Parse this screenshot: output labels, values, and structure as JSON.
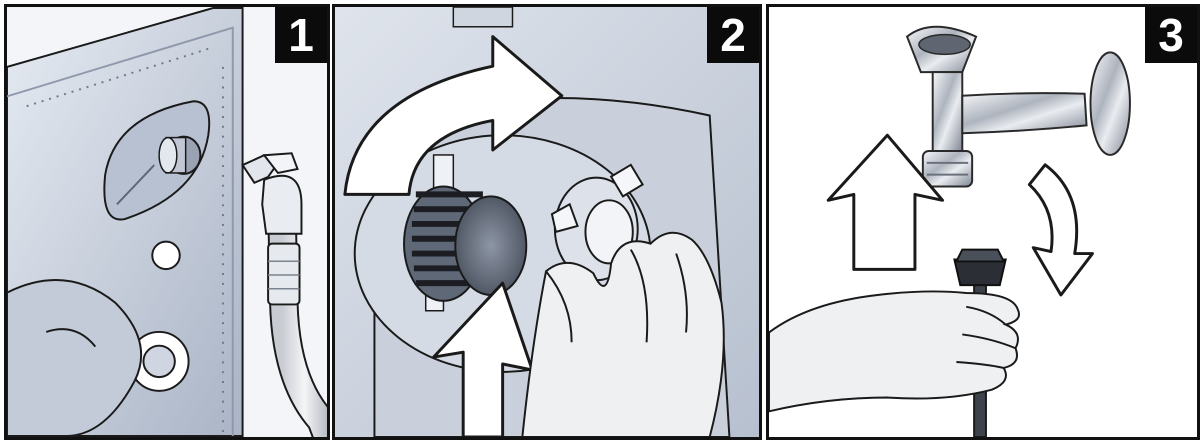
{
  "steps": [
    {
      "number": "1"
    },
    {
      "number": "2"
    },
    {
      "number": "3"
    }
  ],
  "colors": {
    "machine_body": "#d5dbe6",
    "machine_shadow": "#a9b3c4",
    "outline": "#1a1a1a",
    "badge": "#0b0b0b",
    "hand": "#eef0f2",
    "arrow_fill": "#ffffff",
    "chrome": "#c9ced6"
  }
}
